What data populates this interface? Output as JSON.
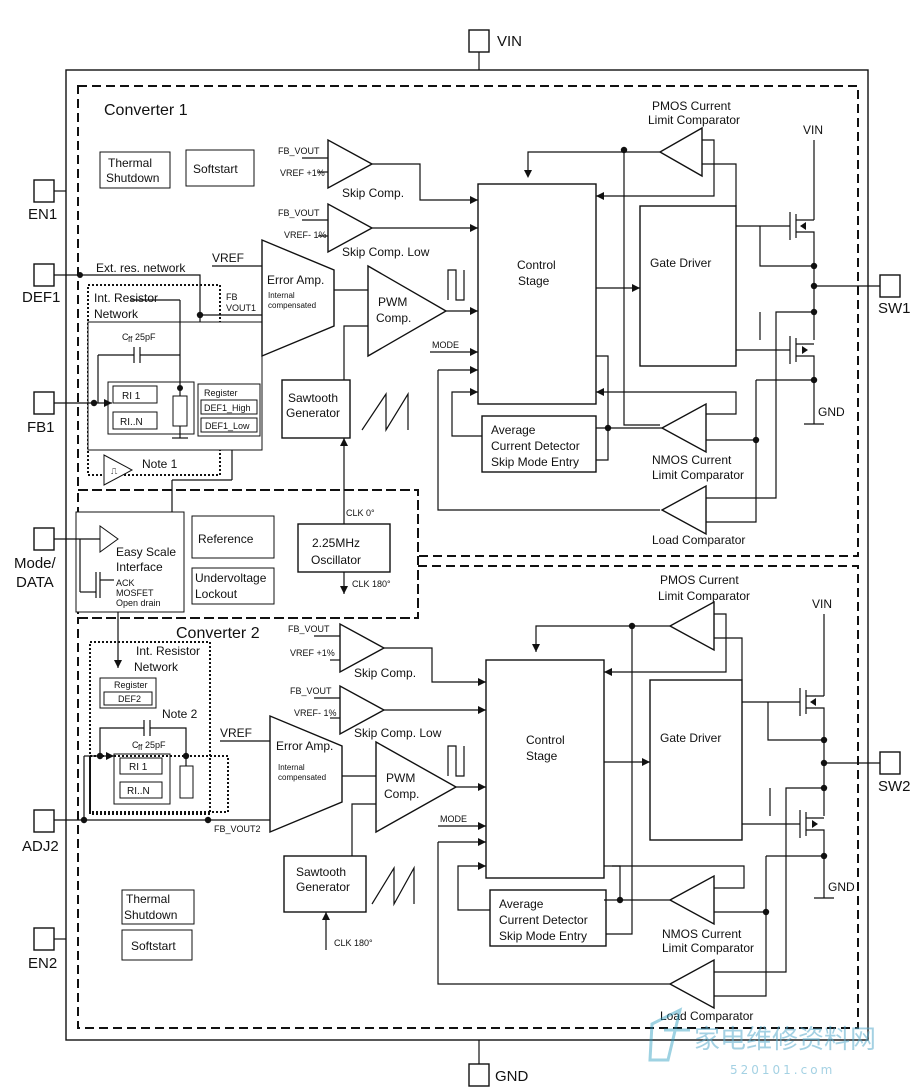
{
  "pins": {
    "vin": "VIN",
    "gnd": "GND",
    "en1": "EN1",
    "def1": "DEF1",
    "fb1": "FB1",
    "mode_data": "Mode/",
    "mode_data2": "DATA",
    "adj2": "ADJ2",
    "en2": "EN2",
    "sw1": "SW1",
    "sw2": "SW2"
  },
  "converter1": {
    "title": "Converter 1",
    "thermal1": "Thermal",
    "thermal2": "Shutdown",
    "softstart": "Softstart",
    "ext_res": "Ext. res. network",
    "int_res1": "Int. Resistor",
    "int_res2": "Network",
    "cff": "C",
    "cff_sub": "ff",
    "cff_val": " 25pF",
    "ri1": "RI 1",
    "rin": "RI..N",
    "register": "Register",
    "def1_high": "DEF1_High",
    "def1_low": "DEF1_Low",
    "note": "Note 1",
    "vref": "VREF",
    "fb_vout1a": "FB",
    "fb_vout1b": "VOUT1",
    "error_amp": "Error Amp.",
    "internal": "Internal",
    "compensated": "compensated",
    "skip_fb": "FB_VOUT",
    "skip_vref": "VREF +1%",
    "skip_comp": "Skip Comp.",
    "skipl_fb": "FB_VOUT",
    "skipl_vref": "VREF- 1%",
    "skip_low": "Skip Comp. Low",
    "pwm1": "PWM",
    "pwm2": "Comp.",
    "sawtooth1": "Sawtooth",
    "sawtooth2": "Generator",
    "mode": "MODE",
    "control1": "Control",
    "control2": "Stage",
    "gate_driver": "Gate Driver",
    "avg1": "Average",
    "avg2": "Current Detector",
    "avg3": "Skip Mode Entry",
    "pmos1": "PMOS Current",
    "pmos2": "Limit Comparator",
    "nmos1": "NMOS Current",
    "nmos2": "Limit Comparator",
    "load_comp": "Load Comparator",
    "vin": "VIN",
    "gnd": "GND"
  },
  "shared": {
    "easy1": "Easy Scale",
    "easy2": "Interface",
    "ack1": "ACK",
    "ack2": "MOSFET",
    "ack3": "Open drain",
    "reference": "Reference",
    "uvlo1": "Undervoltage",
    "uvlo2": "Lockout",
    "osc1": "2.25MHz",
    "osc2": "Oscillator",
    "clk0": "CLK 0°",
    "clk180": "CLK 180°"
  },
  "converter2": {
    "title": "Converter 2",
    "int_res1": "Int. Resistor",
    "int_res2": "Network",
    "register": "Register",
    "def2": "DEF2",
    "note": "Note 2",
    "cff": "C",
    "cff_sub": "ff",
    "cff_val": " 25pF",
    "ri1": "RI 1",
    "rin": "RI..N",
    "vref": "VREF",
    "fb_vout2": "FB_VOUT2",
    "error_amp": "Error Amp.",
    "internal": "Internal",
    "compensated": "compensated",
    "skip_fb": "FB_VOUT",
    "skip_vref": "VREF +1%",
    "skip_comp": "Skip Comp.",
    "skipl_fb": "FB_VOUT",
    "skipl_vref": "VREF- 1%",
    "skip_low": "Skip Comp. Low",
    "pwm1": "PWM",
    "pwm2": "Comp.",
    "sawtooth1": "Sawtooth",
    "sawtooth2": "Generator",
    "clk180": "CLK 180°",
    "mode": "MODE",
    "control1": "Control",
    "control2": "Stage",
    "gate_driver": "Gate Driver",
    "avg1": "Average",
    "avg2": "Current Detector",
    "avg3": "Skip Mode Entry",
    "pmos1": "PMOS Current",
    "pmos2": "Limit Comparator",
    "nmos1": "NMOS Current",
    "nmos2": "Limit Comparator",
    "load_comp": "Load Comparator",
    "thermal1": "Thermal",
    "thermal2": "Shutdown",
    "softstart": "Softstart",
    "vin": "VIN",
    "gnd": "GND"
  },
  "watermark": {
    "main": "家电维修资料网",
    "url": "520101.com"
  }
}
